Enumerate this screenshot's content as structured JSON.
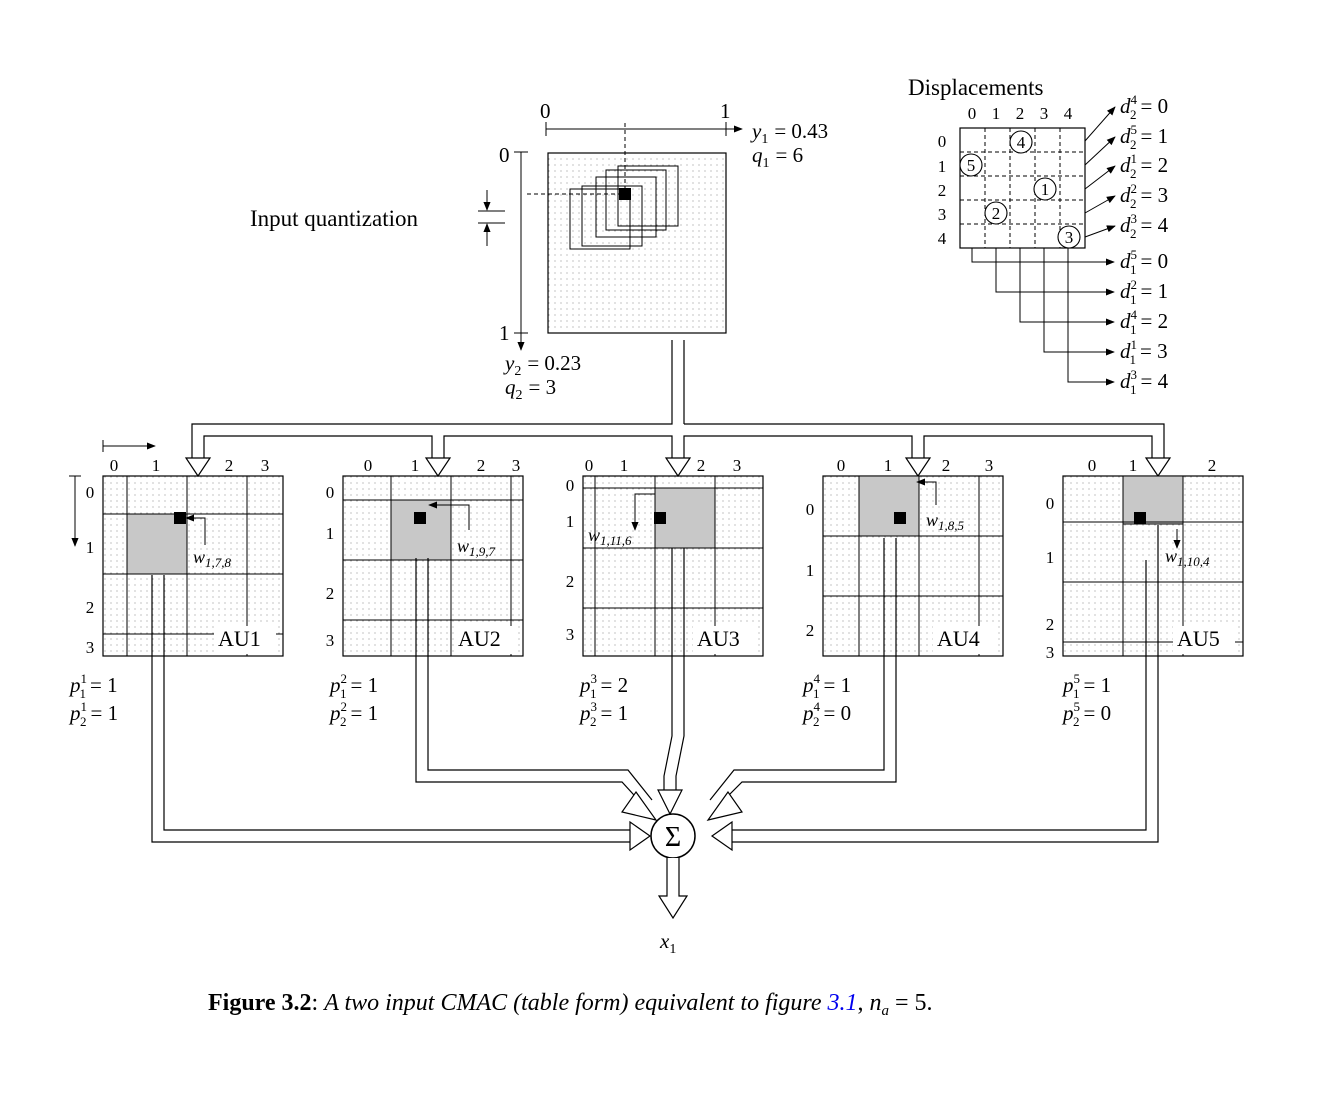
{
  "input_quantization_label": "Input quantization",
  "input_grid": {
    "x_ticks": [
      "0",
      "1"
    ],
    "y_ticks": [
      "0",
      "1"
    ],
    "y1_label": "y",
    "y1_sub": "1",
    "y1_value": "= 0.43",
    "q1_label": "q",
    "q1_sub": "1",
    "q1_value": "= 6",
    "y2_label": "y",
    "y2_sub": "2",
    "y2_value": "= 0.23",
    "q2_label": "q",
    "q2_sub": "2",
    "q2_value": "= 3"
  },
  "displacements": {
    "title": "Displacements",
    "col_ticks": [
      "0",
      "1",
      "2",
      "3",
      "4"
    ],
    "row_ticks": [
      "0",
      "1",
      "2",
      "3",
      "4"
    ],
    "circles": [
      "4",
      "5",
      "1",
      "2",
      "3"
    ],
    "d2": [
      {
        "sup": "4",
        "value": "= 0"
      },
      {
        "sup": "5",
        "value": "= 1"
      },
      {
        "sup": "1",
        "value": "= 2"
      },
      {
        "sup": "2",
        "value": "= 3"
      },
      {
        "sup": "3",
        "value": "= 4"
      }
    ],
    "d1": [
      {
        "sup": "5",
        "value": "= 0"
      },
      {
        "sup": "2",
        "value": "= 1"
      },
      {
        "sup": "4",
        "value": "= 2"
      },
      {
        "sup": "1",
        "value": "= 3"
      },
      {
        "sup": "3",
        "value": "= 4"
      }
    ]
  },
  "units": [
    {
      "name": "AU1",
      "col_ticks": [
        "0",
        "1",
        "2",
        "3"
      ],
      "row_ticks": [
        "0",
        "1",
        "2",
        "3"
      ],
      "w_sub": "1,7,8",
      "p1_sup": "1",
      "p1_value": "= 1",
      "p2_sup": "1",
      "p2_value": "= 1"
    },
    {
      "name": "AU2",
      "col_ticks": [
        "0",
        "1",
        "2",
        "3"
      ],
      "row_ticks": [
        "0",
        "1",
        "2",
        "3"
      ],
      "w_sub": "1,9,7",
      "p1_sup": "2",
      "p1_value": "= 1",
      "p2_sup": "2",
      "p2_value": "= 1"
    },
    {
      "name": "AU3",
      "col_ticks": [
        "0",
        "1",
        "2",
        "3"
      ],
      "row_ticks": [
        "0",
        "1",
        "2",
        "3"
      ],
      "w_sub": "1,11,6",
      "p1_sup": "3",
      "p1_value": "= 2",
      "p2_sup": "3",
      "p2_value": "= 1"
    },
    {
      "name": "AU4",
      "col_ticks": [
        "0",
        "1",
        "2",
        "3"
      ],
      "row_ticks": [
        "0",
        "1",
        "2"
      ],
      "w_sub": "1,8,5",
      "p1_sup": "4",
      "p1_value": "= 1",
      "p2_sup": "4",
      "p2_value": "= 0"
    },
    {
      "name": "AU5",
      "col_ticks": [
        "0",
        "1",
        "2"
      ],
      "row_ticks": [
        "0",
        "1",
        "2",
        "3"
      ],
      "w_sub": "1,10,4",
      "p1_sup": "5",
      "p1_value": "= 1",
      "p2_sup": "5",
      "p2_value": "= 0"
    }
  ],
  "sum_symbol": "Σ",
  "output_label": "x",
  "output_sub": "1",
  "caption": {
    "label": "Figure 3.2",
    "sep": ": ",
    "text": "A two input CMAC (table form) equivalent to figure ",
    "ref": "3.1",
    "tail": ", ",
    "na": "n",
    "na_sub": "a",
    "na_value": " = 5."
  },
  "colors": {
    "ink": "#000000",
    "active_cell": "#c8c8c8",
    "dots": "#8a8a8a",
    "reference_link": "#0000ee"
  }
}
